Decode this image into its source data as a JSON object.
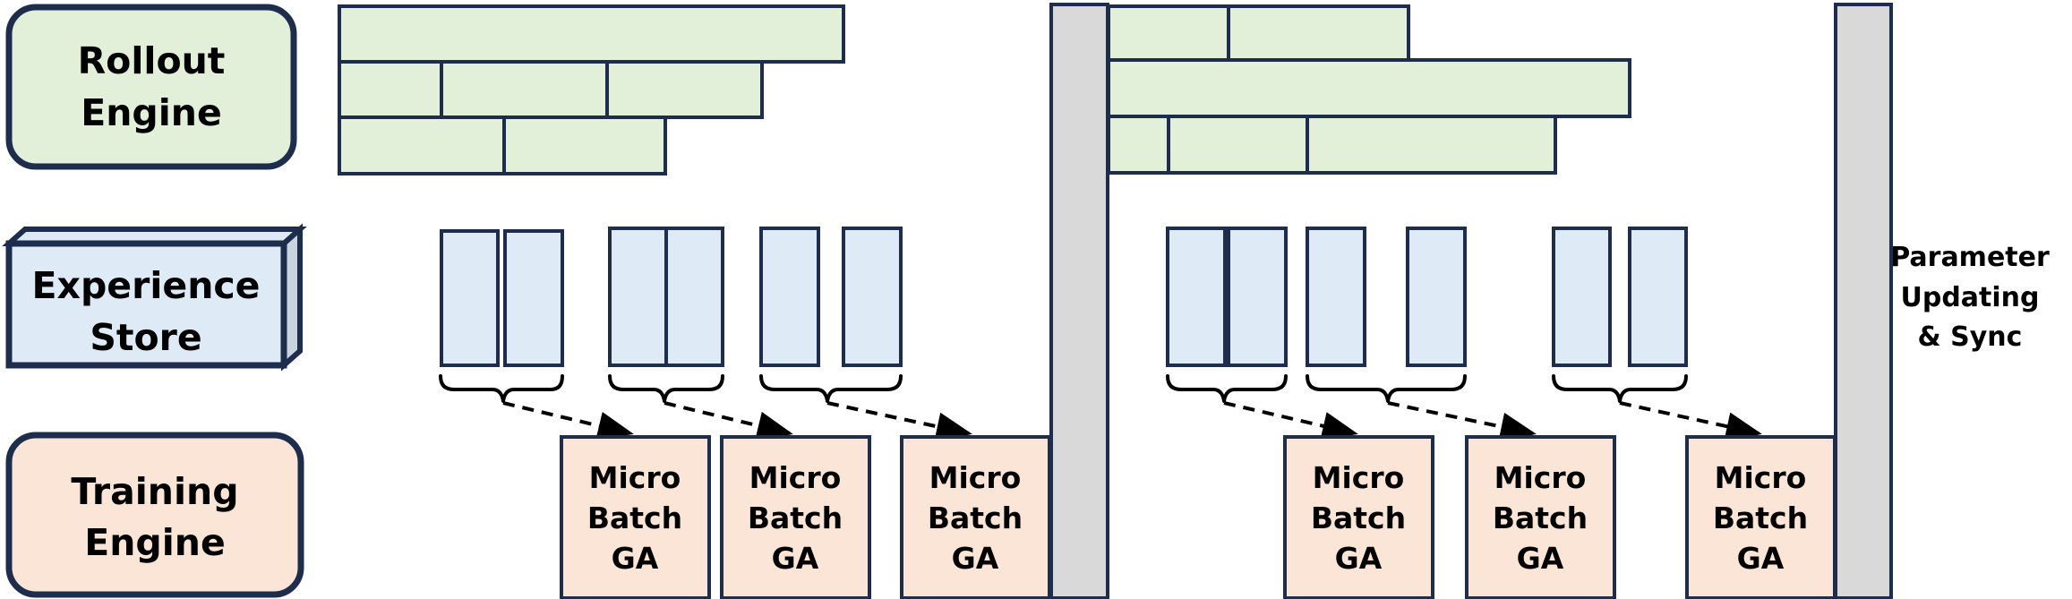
{
  "labels": {
    "rollout_line1": "Rollout",
    "rollout_line2": "Engine",
    "store_line1": "Experience",
    "store_line2": "Store",
    "training_line1": "Training",
    "training_line2": "Engine",
    "param_line1": "Parameter",
    "param_line2": "Updating",
    "param_line3": "& Sync",
    "micro_line1": "Micro",
    "micro_line2": "Batch",
    "micro_line3": "GA"
  },
  "colors": {
    "outline": "#1f2d4d",
    "rollout_fill": "#e2efd9",
    "store_fill": "#deebf7",
    "store_side": "#c9d4df",
    "training_fill": "#fbe5d6",
    "sync_bar_fill": "#d9d9d9"
  }
}
